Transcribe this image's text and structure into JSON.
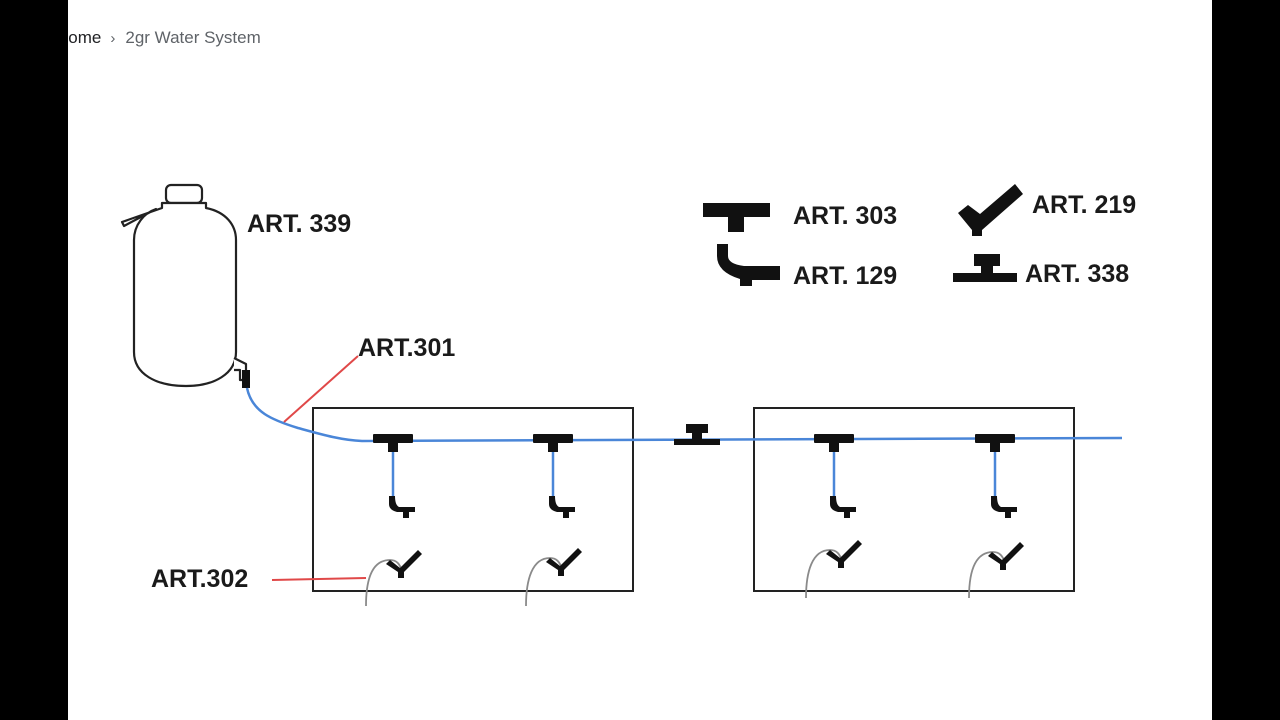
{
  "breadcrumb": {
    "home_label": "Home",
    "separator": "›",
    "current_label": "2gr Water System"
  },
  "diagram": {
    "labels": {
      "bottle": "ART. 339",
      "tubing": "ART.301",
      "drip_tube": "ART.302",
      "tee": "ART. 303",
      "elbow": "ART. 129",
      "nozzle": "ART. 219",
      "valve": "ART. 338"
    },
    "colors": {
      "water_line": "#4a86d8",
      "leader_line": "#e04848",
      "drip_tube": "#8a8a8a",
      "fitting": "#111111",
      "outline": "#222222"
    }
  }
}
